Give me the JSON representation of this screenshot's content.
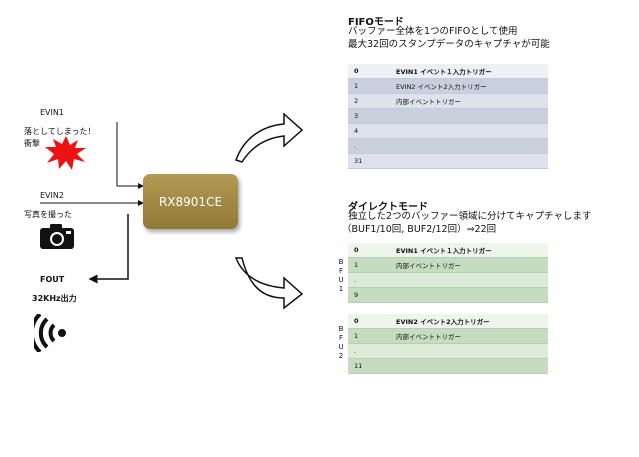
{
  "inputs": {
    "evin1_label": "EVIN1",
    "evin1_caption_line1": "落としてしまった！",
    "evin1_caption_line2": "衝撃",
    "evin2_label": "EVIN2",
    "evin2_caption": "写真を撮った",
    "fout_label": "FOUT",
    "fout_caption": "32KHz出力"
  },
  "chip": {
    "label": "RX8901CE"
  },
  "fifo_mode": {
    "title": "FIFOモード",
    "desc_line1": "バッファー全体を1つのFIFOとして使用",
    "desc_line2": "最大32回のスタンプデータのキャプチャが可能",
    "rows": [
      [
        "0",
        "EVIN1 イベント１入力トリガー"
      ],
      [
        "1",
        "EVIN2 イベント2入力トリガー"
      ],
      [
        "2",
        "内部イベントトリガー"
      ],
      [
        "3",
        ""
      ],
      [
        "4",
        ""
      ],
      [
        ".",
        ""
      ],
      [
        "31",
        ""
      ]
    ]
  },
  "direct_mode": {
    "title": "ダイレクトモード",
    "desc_line1": "独立した2つのバッファー領域に分けてキャプチャします",
    "desc_line2": "（BUF1/10回, BUF2/12回）⇒22回",
    "buf1_label": [
      "B",
      "F",
      "U",
      "1"
    ],
    "buf1_rows": [
      [
        "0",
        "EVIN1 イベント１入力トリガー"
      ],
      [
        "1",
        "内部イベントトリガー"
      ],
      [
        ".",
        ""
      ],
      [
        "9",
        ""
      ]
    ],
    "buf2_label": [
      "B",
      "F",
      "U",
      "2"
    ],
    "buf2_rows": [
      [
        "0",
        "EVIN2 イベント2入力トリガー"
      ],
      [
        "1",
        "内部イベントトリガー"
      ],
      [
        ".",
        ""
      ],
      [
        "11",
        ""
      ]
    ]
  }
}
